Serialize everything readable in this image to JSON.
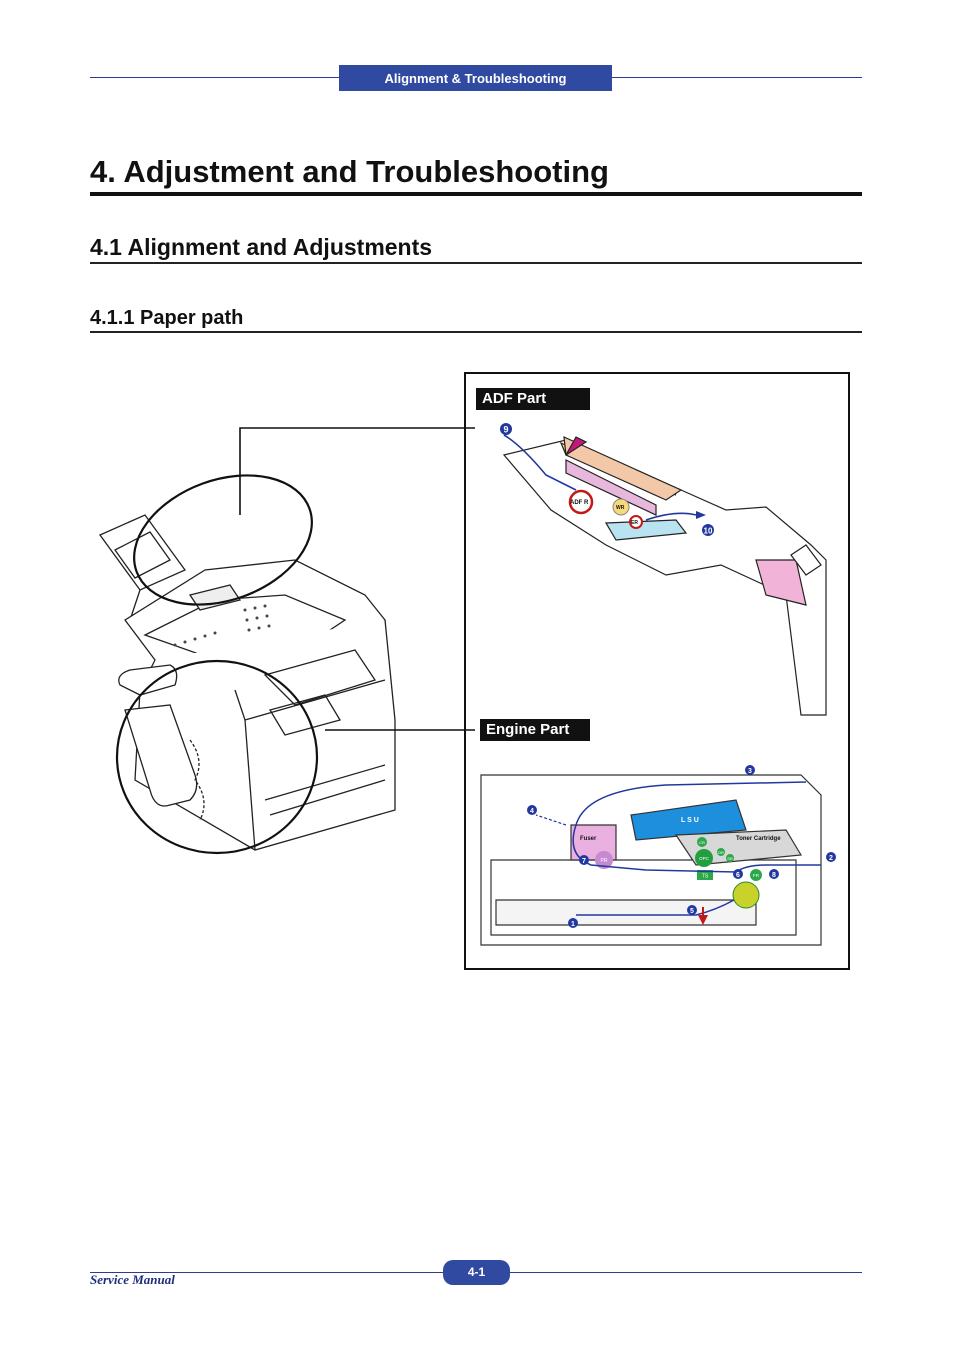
{
  "header": {
    "section_tab": "Alignment & Troubleshooting"
  },
  "titles": {
    "chapter": "4. Adjustment and Troubleshooting",
    "section": "4.1 Alignment and Adjustments",
    "subsection": "4.1.1 Paper path"
  },
  "figure": {
    "adf_label": "ADF Part",
    "engine_label": "Engine Part",
    "adf_parts": {
      "adf_r": "ADF R",
      "wr": "WR",
      "er": "ER"
    },
    "engine_parts": {
      "lsu": "L S U",
      "toner": "Toner Cartridge",
      "fuser": "Fuser",
      "pr": "PR",
      "cr": "CR",
      "opc": "OPC",
      "dr": "DR",
      "sr": "SR",
      "ts": "TS",
      "fr": "FR"
    },
    "steps": [
      "1",
      "2",
      "3",
      "4",
      "5",
      "6",
      "7",
      "8",
      "9",
      "10"
    ]
  },
  "footer": {
    "manual": "Service Manual",
    "page": "4-1"
  }
}
